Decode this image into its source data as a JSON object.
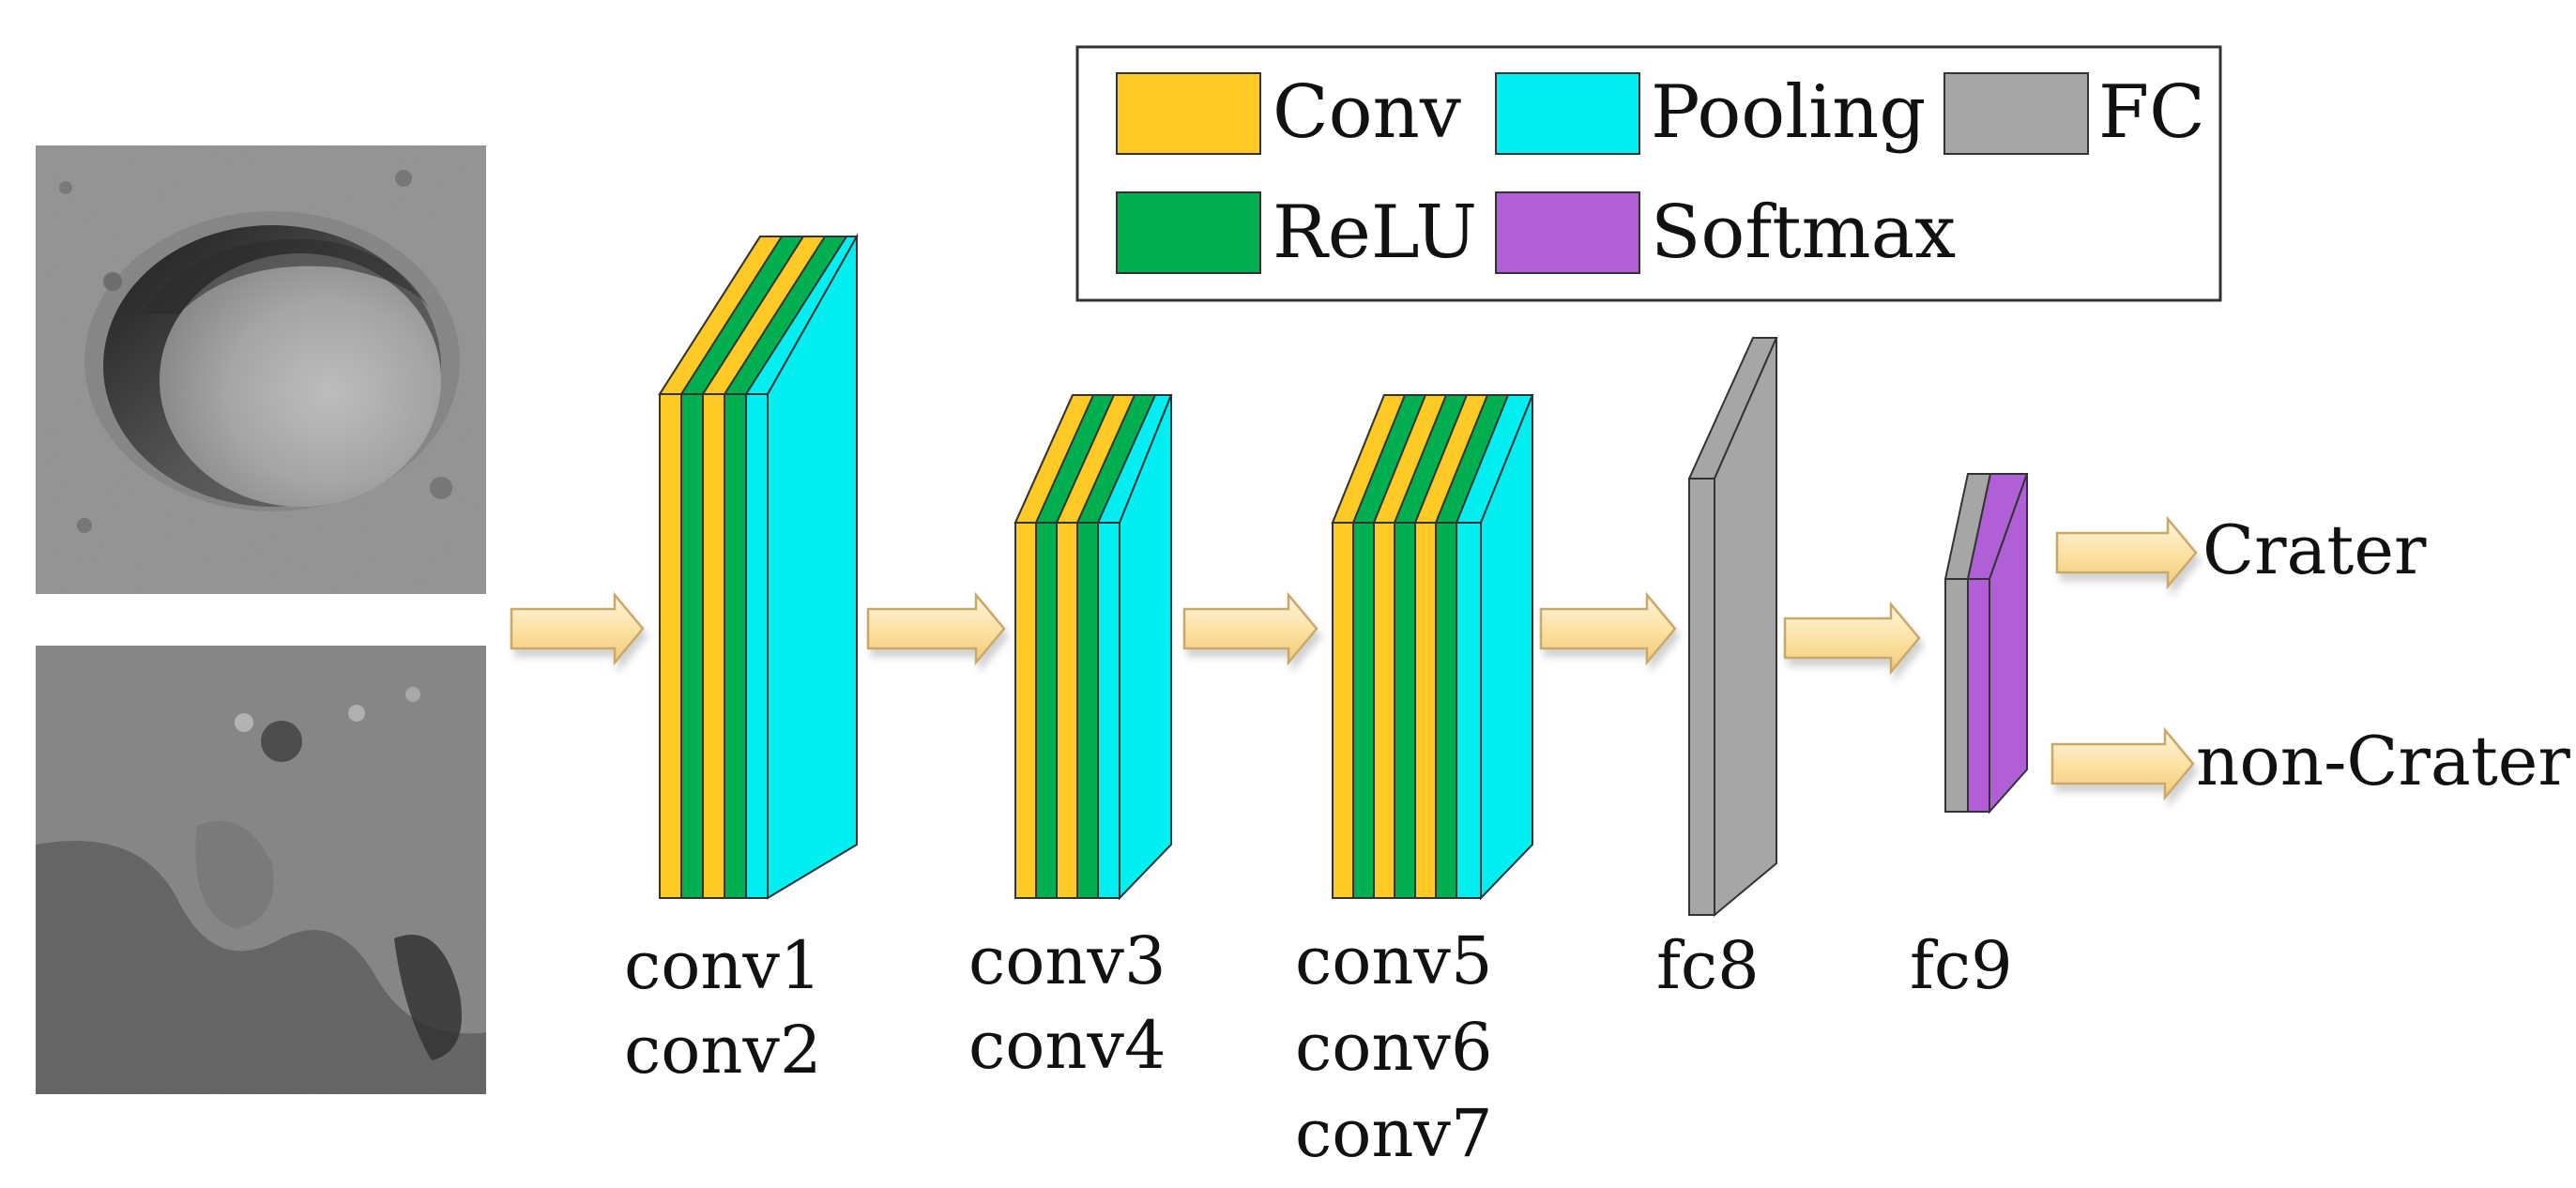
{
  "legend": {
    "items": [
      {
        "key": "conv",
        "label": "Conv",
        "color": "#FFC926"
      },
      {
        "key": "pooling",
        "label": "Pooling",
        "color": "#00F0F2"
      },
      {
        "key": "fc",
        "label": "FC",
        "color": "#A6A6A6"
      },
      {
        "key": "relu",
        "label": "ReLU",
        "color": "#00B050"
      },
      {
        "key": "softmax",
        "label": "Softmax",
        "color": "#B05FD6"
      }
    ]
  },
  "inputs": [
    {
      "key": "crater-sample",
      "kind": "crater image"
    },
    {
      "key": "non-crater-sample",
      "kind": "non-crater image"
    }
  ],
  "blocks": [
    {
      "key": "block1",
      "labels": [
        "conv1",
        "conv2"
      ],
      "stripes": [
        "conv",
        "relu",
        "conv",
        "relu",
        "pooling"
      ]
    },
    {
      "key": "block2",
      "labels": [
        "conv3",
        "conv4"
      ],
      "stripes": [
        "conv",
        "relu",
        "conv",
        "relu",
        "pooling"
      ]
    },
    {
      "key": "block3",
      "labels": [
        "conv5",
        "conv6",
        "conv7"
      ],
      "stripes": [
        "conv",
        "relu",
        "conv",
        "relu",
        "conv",
        "relu",
        "pooling"
      ]
    },
    {
      "key": "fc8",
      "labels": [
        "fc8"
      ],
      "stripes": [
        "fc"
      ]
    },
    {
      "key": "fc9",
      "labels": [
        "fc9"
      ],
      "stripes": [
        "fc",
        "softmax"
      ]
    }
  ],
  "outputs": [
    {
      "key": "crater",
      "label": "Crater"
    },
    {
      "key": "non-crater",
      "label": "non-Crater"
    }
  ],
  "arrow_color": "#FBE3A8",
  "arrow_edge_color": "#C9A86A"
}
